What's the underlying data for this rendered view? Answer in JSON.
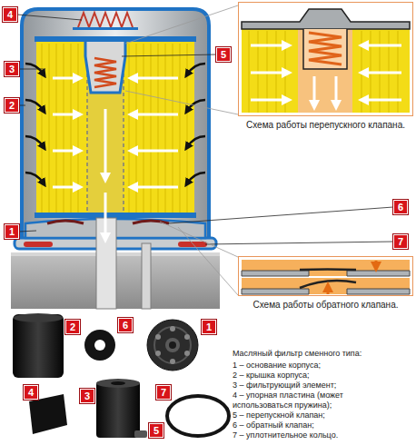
{
  "diagram": {
    "nodes": [
      {
        "text": [
          "4"
        ]
      },
      {
        "text": [
          "Схема работы перепускного клапана."
        ]
      },
      {
        "text": [
          "5"
        ]
      },
      {
        "text": [
          "3"
        ]
      },
      {
        "text": [
          "2"
        ]
      },
      {
        "text": [
          "6"
        ]
      },
      {
        "text": [
          "1"
        ]
      },
      {
        "text": [
          "7"
        ]
      },
      {
        "text": [
          "Схема работы обратного клапана."
        ]
      },
      {
        "text": [
          "2"
        ]
      },
      {
        "text": [
          "6"
        ]
      },
      {
        "text": [
          "1"
        ]
      },
      {
        "text": [
          "4"
        ]
      },
      {
        "text": [
          "3"
        ]
      },
      {
        "text": [
          "7"
        ]
      },
      {
        "text": [
          "5"
        ]
      }
    ],
    "labels": [
      "Масляный фильтр сменного типа:",
      "1 – основание корпуса;",
      "2 – крышка корпуса;",
      "3 – фильтрующий элемент;",
      "4 – упорная пластина (может использоваться пружина);",
      "5 – перепускной клапан;",
      "6 – обратный клапан;",
      "7 – уплотнительное кольцо."
    ]
  }
}
